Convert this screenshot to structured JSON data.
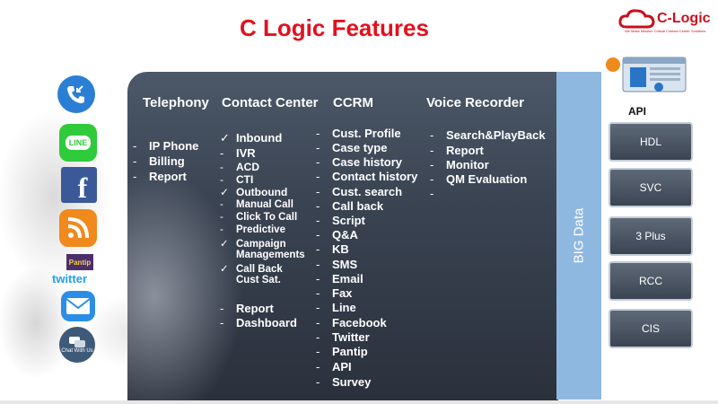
{
  "title": "C Logic Features",
  "logo": {
    "name": "C-Logic",
    "tagline": "We Make Mission Critical Contact Center Solutions",
    "color": "#c8101c"
  },
  "columns": {
    "telephony": {
      "header": "Telephony",
      "items": [
        {
          "marker": "-",
          "label": "IP Phone"
        },
        {
          "marker": "-",
          "label": "Billing"
        },
        {
          "marker": "-",
          "label": "Report"
        }
      ]
    },
    "contact_center": {
      "header": "Contact Center",
      "items": [
        {
          "marker": "✓",
          "label": "Inbound"
        },
        {
          "marker": "-",
          "label": "IVR"
        },
        {
          "marker": "-",
          "label": "ACD"
        },
        {
          "marker": "-",
          "label": "CTI"
        },
        {
          "marker": "✓",
          "label": "Outbound"
        },
        {
          "marker": "-",
          "label": "Manual Call"
        },
        {
          "marker": "-",
          "label": "Click To Call"
        },
        {
          "marker": "-",
          "label": "Predictive"
        },
        {
          "marker": "✓",
          "label": "Campaign"
        },
        {
          "marker": "",
          "label": "Managements"
        },
        {
          "marker": "✓",
          "label": "Call Back"
        },
        {
          "marker": "",
          "label": "Cust Sat."
        },
        {
          "marker": "-",
          "label": "Report"
        },
        {
          "marker": "-",
          "label": "Dashboard"
        }
      ]
    },
    "ccrm": {
      "header": "CCRM",
      "items": [
        {
          "marker": "-",
          "label": "Cust. Profile"
        },
        {
          "marker": "-",
          "label": "Case type"
        },
        {
          "marker": "-",
          "label": "Case history"
        },
        {
          "marker": "-",
          "label": "Contact history"
        },
        {
          "marker": "-",
          "label": "Cust. search"
        },
        {
          "marker": "-",
          "label": "Call back"
        },
        {
          "marker": "-",
          "label": "Script"
        },
        {
          "marker": "-",
          "label": "Q&A"
        },
        {
          "marker": "-",
          "label": "KB"
        },
        {
          "marker": "-",
          "label": "SMS"
        },
        {
          "marker": "-",
          "label": "Email"
        },
        {
          "marker": "-",
          "label": "Fax"
        },
        {
          "marker": "-",
          "label": "Line"
        },
        {
          "marker": "-",
          "label": "Facebook"
        },
        {
          "marker": "-",
          "label": "Twitter"
        },
        {
          "marker": "-",
          "label": "Pantip"
        },
        {
          "marker": "-",
          "label": "API"
        },
        {
          "marker": "-",
          "label": "Survey"
        }
      ]
    },
    "voice_recorder": {
      "header": "Voice Recorder",
      "items": [
        {
          "marker": "-",
          "label": "Search&PlayBack"
        },
        {
          "marker": "-",
          "label": "Report"
        },
        {
          "marker": "-",
          "label": "Monitor"
        },
        {
          "marker": "-",
          "label": "QM Evaluation"
        },
        {
          "marker": "-",
          "label": ""
        }
      ]
    }
  },
  "big_data_label": "BIG Data",
  "left_icons": {
    "phone": "phone-icon",
    "line": {
      "icon": "line-icon",
      "text": "LINE"
    },
    "facebook": {
      "icon": "facebook-icon",
      "text": "f"
    },
    "rss": "rss-icon",
    "pantip": "Pantip",
    "twitter": "twitter",
    "mail": "mail-icon",
    "chat": {
      "icon": "chat-icon",
      "text": "Chat With Us"
    }
  },
  "right": {
    "api_label": "API",
    "buttons": [
      "HDL",
      "SVC",
      "3 Plus",
      "RCC",
      "CIS"
    ]
  },
  "colors": {
    "title": "#e3101e",
    "panel": "#3a4352",
    "big_data": "#8fb8e0",
    "button": "#4a5462"
  }
}
